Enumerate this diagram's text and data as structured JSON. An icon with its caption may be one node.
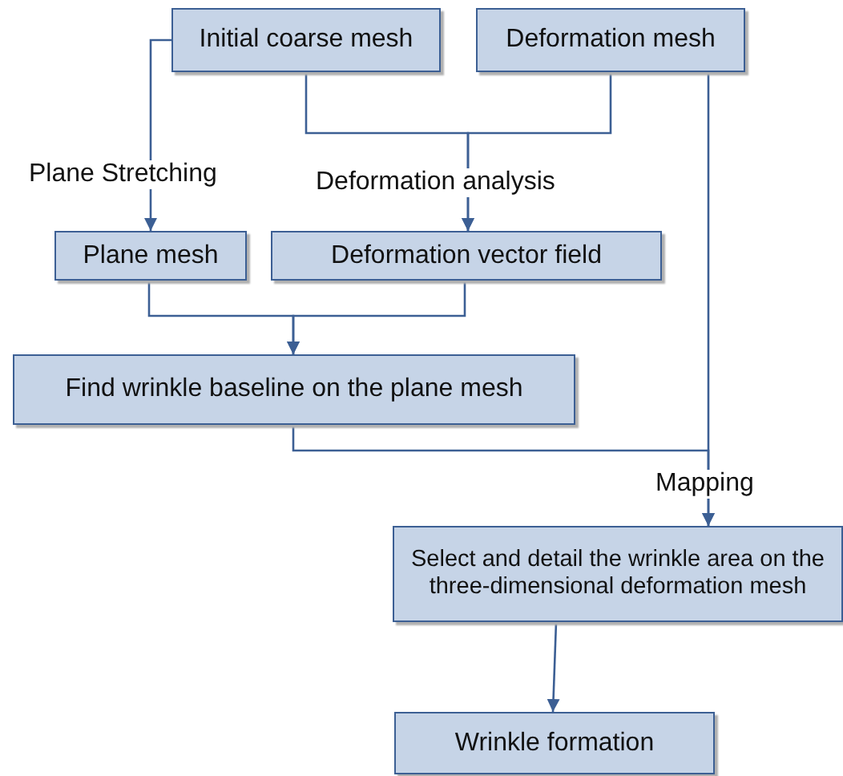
{
  "diagram": {
    "nodes": [
      {
        "text": [
          "Initial coarse mesh"
        ]
      },
      {
        "text": [
          "Deformation mesh"
        ]
      },
      {
        "text": [
          "Plane mesh"
        ]
      },
      {
        "text": [
          "Deformation vector field"
        ]
      },
      {
        "text": [
          "Find wrinkle baseline on the plane mesh"
        ]
      },
      {
        "text": [
          "Select and detail the wrinkle area on the three-dimensional deformation mesh"
        ]
      },
      {
        "text": [
          "Wrinkle formation"
        ]
      }
    ],
    "edges": [
      {
        "from": 0,
        "to": 2,
        "arrow": "to",
        "label": "Plane Stretching"
      },
      {
        "from": 0,
        "to": 3,
        "arrow": "to",
        "label": "Deformation analysis"
      },
      {
        "from": 1,
        "to": 3,
        "arrow": "to"
      },
      {
        "from": 2,
        "to": 4,
        "arrow": "to"
      },
      {
        "from": 3,
        "to": 4,
        "arrow": "to"
      },
      {
        "from": 1,
        "to": 5,
        "arrow": "to",
        "label": "Mapping"
      },
      {
        "from": 4,
        "to": 5,
        "arrow": "to"
      },
      {
        "from": 5,
        "to": 6,
        "arrow": "to"
      }
    ]
  }
}
